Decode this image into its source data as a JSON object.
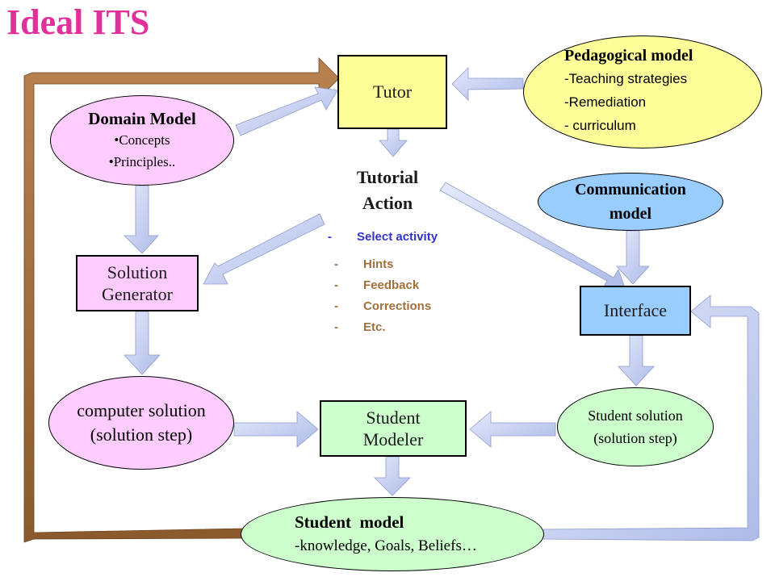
{
  "title": "Ideal ITS",
  "nodes": {
    "tutor": "Tutor",
    "pedagogical": {
      "heading": "Pedagogical model",
      "items": [
        "-Teaching strategies",
        "-Remediation",
        "- curriculum"
      ]
    },
    "domain": {
      "heading": "Domain Model",
      "items": [
        "•Concepts",
        "•Principles.."
      ]
    },
    "tutorial_action": {
      "line1": "Tutorial",
      "line2": "Action"
    },
    "communication": {
      "line1": "Communication",
      "line2": "model"
    },
    "select_activity": {
      "dash": "-",
      "text": "Select activity"
    },
    "action_items": [
      {
        "dash": "-",
        "text": "Hints"
      },
      {
        "dash": "-",
        "text": "Feedback"
      },
      {
        "dash": "-",
        "text": "Corrections"
      },
      {
        "dash": "-",
        "text": "Etc."
      }
    ],
    "solution_generator": {
      "line1": "Solution",
      "line2": "Generator"
    },
    "interface": "Interface",
    "computer_solution": {
      "line1": "computer solution",
      "line2": "(solution step)"
    },
    "student_modeler": {
      "line1": "Student",
      "line2": "Modeler"
    },
    "student_solution": {
      "line1": "Student solution",
      "line2": "(solution step)"
    },
    "student_model": {
      "heading": "Student  model",
      "desc": "-knowledge, Goals, Beliefs…"
    }
  },
  "colors": {
    "title": "#e0309a",
    "tutor_fill": "#ffff99",
    "domain_fill": "#ffccff",
    "student_fill": "#ccffcc",
    "communication_fill": "#99ccff",
    "arrow": "#c8d2f5",
    "feedback_loop": "#a0703c",
    "select_activity": "#3333cc",
    "action_items": "#a0703c"
  }
}
